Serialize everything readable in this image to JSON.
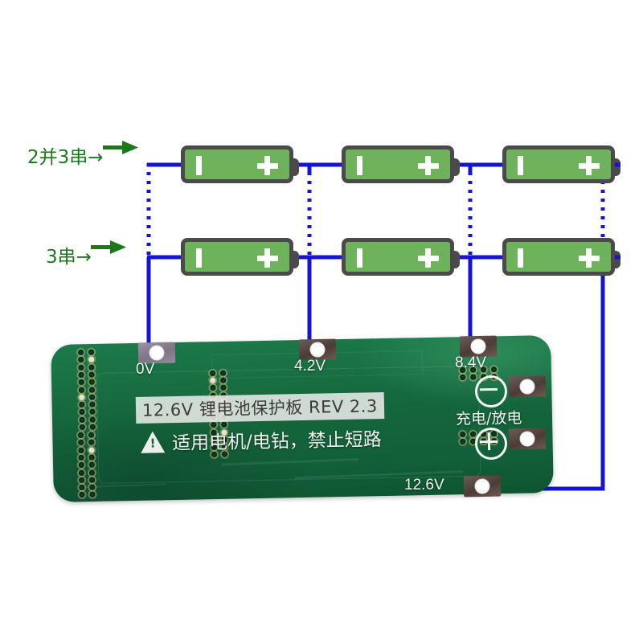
{
  "diagram": {
    "title_alt": "3S BMS battery protection board wiring diagram",
    "annotations": [
      {
        "id": "two-parallel-three-series",
        "text": "2并3串→",
        "color": "#1a7a1a"
      },
      {
        "id": "three-series",
        "text": "3串→",
        "color": "#1a7a1a"
      }
    ],
    "wire_color": "#1414d2",
    "battery": {
      "body_color": "#6eb35c",
      "case_color": "#4a4a4a",
      "negative_symbol": "|",
      "positive_symbol": "+",
      "count": 6,
      "rows": [
        {
          "row": "top",
          "label_ref": "2并3串→",
          "cells": 3
        },
        {
          "row": "bottom",
          "label_ref": "3串→",
          "cells": 3
        }
      ]
    }
  },
  "pcb": {
    "board_color": "#15663c",
    "silkscreen": {
      "title": "12.6V 锂电池保护板 REV 2.3",
      "warning": "适用电机/电钻，禁止短路",
      "warning_icon": "warning-triangle-icon",
      "warning_icon_glyph": "!"
    },
    "pads": [
      {
        "name": "pad-0v",
        "label": "0V"
      },
      {
        "name": "pad-4-2v",
        "label": "4.2V"
      },
      {
        "name": "pad-8-4v",
        "label": "8.4V"
      },
      {
        "name": "pad-12-6v",
        "label": "12.6V"
      }
    ],
    "output": {
      "negative_symbol_name": "circle-minus-icon",
      "positive_symbol_name": "circle-plus-icon",
      "label": "充电/放电"
    }
  }
}
